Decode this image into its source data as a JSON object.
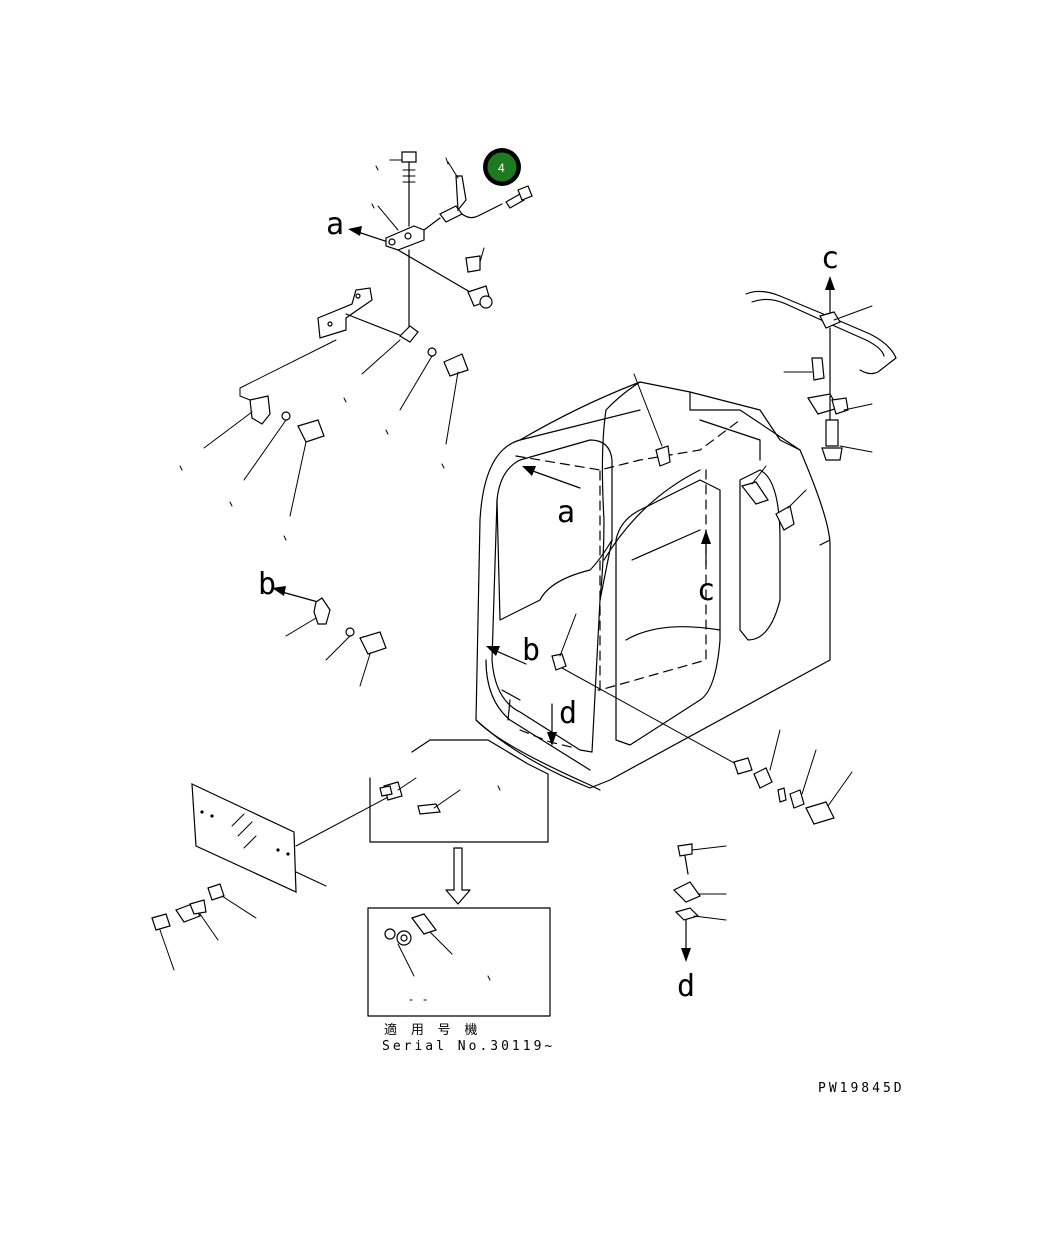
{
  "diagram": {
    "ref_labels": {
      "a": "a",
      "b": "b",
      "c": "c",
      "d": "d"
    },
    "badge": {
      "number": "4",
      "color": "#1e7a1e",
      "ring_color": "#000000"
    },
    "note": {
      "line1": "適 用 号 機",
      "line2": "Serial No.30119~"
    },
    "drawing_code": "PW19845D"
  }
}
